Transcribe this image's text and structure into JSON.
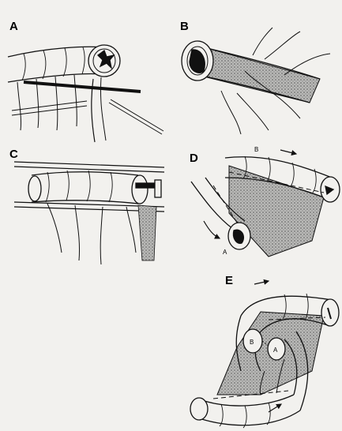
{
  "panels": [
    {
      "id": "A",
      "letter": "A"
    },
    {
      "id": "B",
      "letter": "B"
    },
    {
      "id": "C",
      "letter": "C"
    },
    {
      "id": "D",
      "letter": "D",
      "end_labels": [
        "B",
        "A"
      ]
    },
    {
      "id": "E",
      "letter": "E",
      "end_labels": [
        "B",
        "A"
      ]
    }
  ],
  "colors": {
    "background": "#f2f1ee",
    "ink": "#111111",
    "mesentery_shade": "#9c9c9c"
  }
}
